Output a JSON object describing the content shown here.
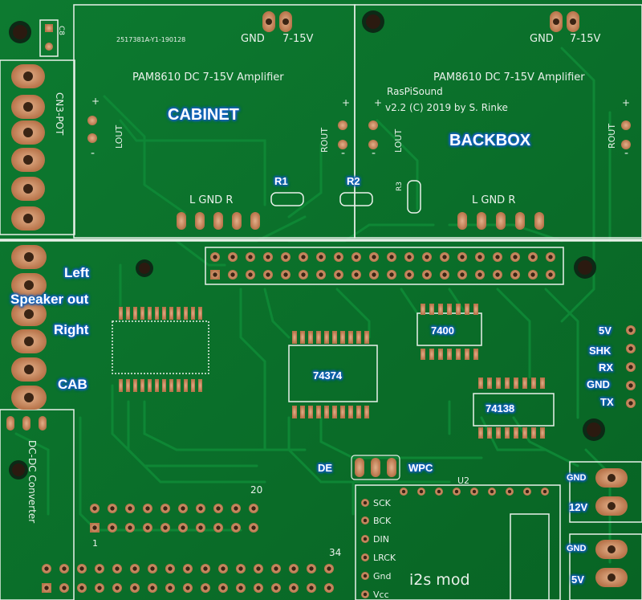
{
  "colors": {
    "board": "#0b6e2a",
    "trace": "#0f7f33",
    "silk": "#e9f1ea",
    "copper": "#c98a5a",
    "callout": "#1565c0"
  },
  "silkscreen": {
    "part_no": "2517381A-Y1-190128",
    "amp_left_title": "PAM8610 DC 7-15V Amplifier",
    "amp_right_title": "PAM8610 DC 7-15V Amplifier",
    "gnd_left": "GND",
    "vin_left": "7-15V",
    "gnd_right": "GND",
    "vin_right": "7-15V",
    "board_name": "RasPiSound",
    "version": "v2.2 (C) 2019 by S. Rinke",
    "lout_left": "LOUT",
    "rout_mid": "ROUT",
    "lout_mid": "LOUT",
    "rout_right": "ROUT",
    "lgndr_left": "L GND R",
    "lgndr_right": "L GND R",
    "pot": "CN3-POT",
    "c8": "C8",
    "r3": "R3",
    "u2": "U2",
    "header_20": "20",
    "header_1": "1",
    "header_34": "34",
    "dcdc": "DC-DC Converter",
    "i2s": "i2s mod",
    "i2s_pins": [
      "SCK",
      "BCK",
      "DIN",
      "LRCK",
      "Gnd",
      "Vcc"
    ],
    "plus": "+",
    "minus": "-"
  },
  "callouts": {
    "cabinet": "CABINET",
    "backbox": "BACKBOX",
    "r1": "R1",
    "r2": "R2",
    "left": "Left",
    "speaker_out": "Speaker out",
    "right": "Right",
    "cab": "CAB",
    "ic_7400": "7400",
    "ic_74374": "74374",
    "ic_74138": "74138",
    "de": "DE",
    "wpc": "WPC",
    "five_v": "5V",
    "shk": "SHK",
    "rx": "RX",
    "gnd": "GND",
    "tx": "TX",
    "gnd_12v": "GND",
    "twelve_v": "12V",
    "gnd_5v": "GND",
    "five_v_power": "5V"
  }
}
